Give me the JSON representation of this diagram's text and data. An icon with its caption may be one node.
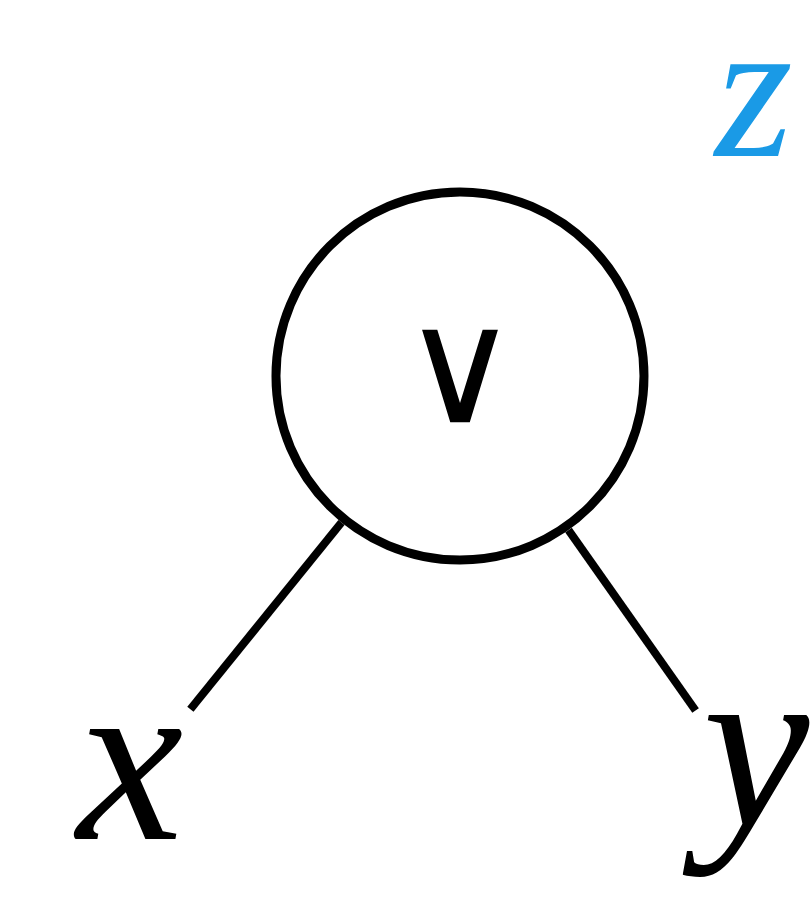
{
  "diagram": {
    "nodes": [
      {
        "text": [
          "∨"
        ]
      },
      {
        "text": [
          "x"
        ]
      },
      {
        "text": [
          "y"
        ]
      }
    ],
    "edges": [
      {
        "from": 0,
        "to": 1,
        "arrow": "none"
      },
      {
        "from": 0,
        "to": 2,
        "arrow": "none"
      }
    ],
    "labels": [
      "z"
    ]
  }
}
